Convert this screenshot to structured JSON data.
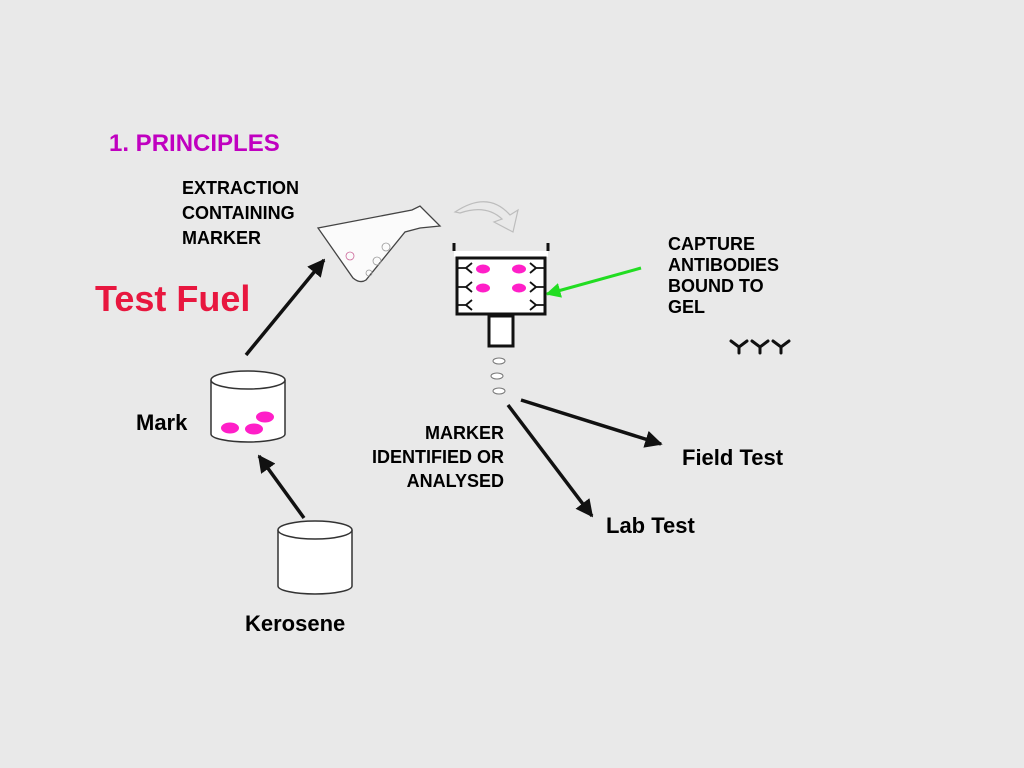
{
  "title": "1. PRINCIPLES",
  "test_fuel": "Test Fuel",
  "extraction": [
    "EXTRACTION",
    "CONTAINING",
    "MARKER"
  ],
  "capture": [
    "CAPTURE",
    "ANTIBODIES",
    "BOUND TO",
    "GEL"
  ],
  "marker_identified": [
    "MARKER",
    "IDENTIFIED OR",
    "ANALYSED"
  ],
  "mark": "Mark",
  "kerosene": "Kerosene",
  "field_test": "Field Test",
  "lab_test": "Lab Test",
  "colors": {
    "title": "#c000c0",
    "test_fuel": "#e8173f",
    "marker_dots": "#ff1fc8",
    "capture_arrow": "#22dd22"
  }
}
